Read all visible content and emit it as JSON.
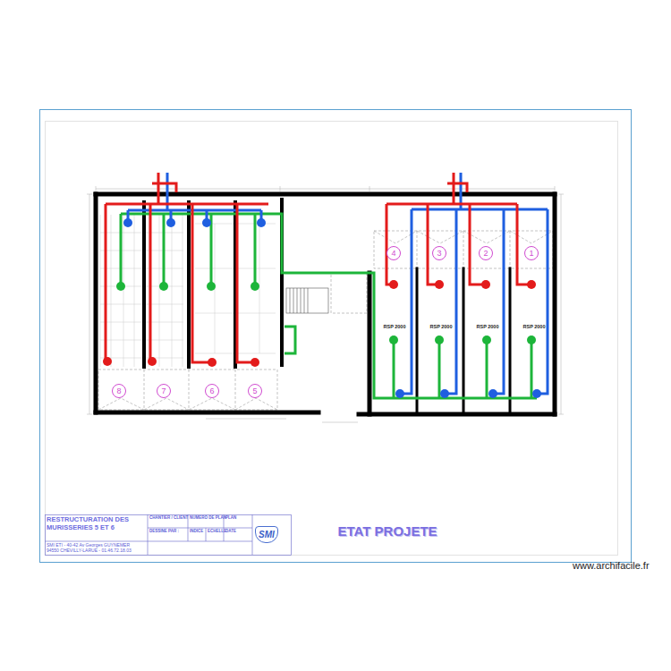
{
  "diagram": {
    "title": "ETAT PROJETE",
    "nodes": [
      {
        "text": [
          "4"
        ]
      },
      {
        "text": [
          "3"
        ]
      },
      {
        "text": [
          "2"
        ]
      },
      {
        "text": [
          "1"
        ]
      },
      {
        "text": [
          "8"
        ]
      },
      {
        "text": [
          "7"
        ]
      },
      {
        "text": [
          "6"
        ]
      },
      {
        "text": [
          "5"
        ]
      },
      {
        "text": [
          "RESTRUCTURATION DES MURISSERIES 5 ET 6"
        ]
      },
      {
        "text": [
          "SMI"
        ]
      }
    ],
    "labels": [
      "RSP 2000",
      "RSP 2000",
      "RSP 2000",
      "RSP 2000",
      "CHANTIER / CLIENT",
      "NUMERO DE PLAN",
      "PLAN",
      "DESSINE PAR :",
      "INDICE",
      "ECHELLE",
      "DATE",
      "SMI ETI - 40-42 Av Georges GUYNEMER",
      "94550 CHEVILLY-LARUE - 01.46.72.18.03",
      "www.archifacile.fr"
    ]
  }
}
